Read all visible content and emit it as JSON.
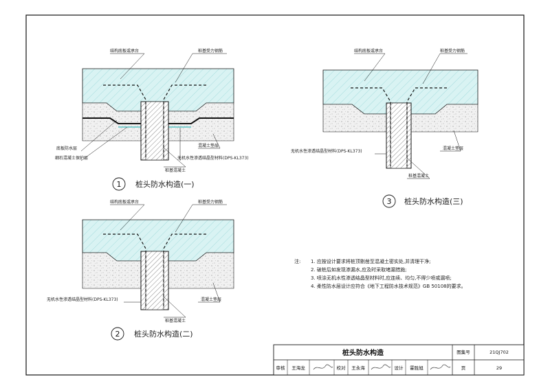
{
  "details": [
    {
      "number": "1",
      "title": "桩头防水构造(一)",
      "labels": {
        "slab": "结构底板或承台",
        "rebar": "桩基受力钢筋",
        "left1": "底板防水层",
        "left2": "细石混凝土保护层",
        "material": "无机水性渗透结晶型材料(DPS-KL373)",
        "cushion": "混凝土垫层",
        "pile": "桩基混凝土"
      }
    },
    {
      "number": "2",
      "title": "桩头防水构造(二)",
      "labels": {
        "slab": "结构底板或承台",
        "rebar": "桩基受力钢筋",
        "material": "无机水性渗透结晶型材料(DPS-KL373)",
        "cushion": "混凝土垫层",
        "pile": "桩基混凝土"
      }
    },
    {
      "number": "3",
      "title": "桩头防水构造(三)",
      "labels": {
        "slab": "结构底板或承台",
        "rebar": "桩基受力钢筋",
        "material": "无机水性渗透结晶型材料(DPS-KL373)",
        "cushion": "混凝土垫层",
        "pile": "桩基混凝土"
      }
    }
  ],
  "notes": {
    "label": "注:",
    "items": [
      "1. 应按设计要求将桩顶剔凿至混凝土密实处,并清理干净;",
      "2. 破桩后如发现渗漏水,应及时采取堵漏措施;",
      "3. 喷涂无机水性渗透结晶型材料时,应连续、均匀,不得少喷或漏喷;",
      "4. 柔性防水层设计应符合《地下工程防水技术规范》GB 50108的要求。"
    ]
  },
  "title_block": {
    "title": "桩头防水构造",
    "atlas_label": "图集号",
    "atlas_no": "21QJ702",
    "review_label": "审核",
    "review_name": "王海龙",
    "check_label": "校对",
    "check_name": "王永海",
    "design_label": "设计",
    "design_name": "霍胜旭",
    "page_label": "页",
    "page_no": "29"
  },
  "colors": {
    "slab_fill": "#d9f3f3",
    "hatch": "#7fcfd0",
    "line": "#111111"
  }
}
